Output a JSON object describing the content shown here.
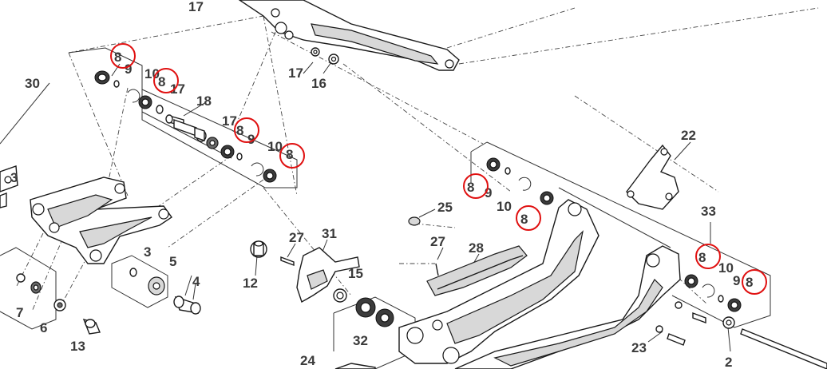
{
  "callouts": [
    {
      "id": "c17a",
      "text": "17"
    },
    {
      "id": "c8a",
      "text": "8"
    },
    {
      "id": "c9a",
      "text": "9"
    },
    {
      "id": "c10a",
      "text": "10"
    },
    {
      "id": "c8b",
      "text": "8"
    },
    {
      "id": "c17b",
      "text": "17"
    },
    {
      "id": "c30",
      "text": "30"
    },
    {
      "id": "c18",
      "text": "18"
    },
    {
      "id": "c17c",
      "text": "17"
    },
    {
      "id": "c8c",
      "text": "8"
    },
    {
      "id": "c9b",
      "text": "9"
    },
    {
      "id": "c10b",
      "text": "10"
    },
    {
      "id": "c8d",
      "text": "8"
    },
    {
      "id": "c17d",
      "text": "17"
    },
    {
      "id": "c16",
      "text": "16"
    },
    {
      "id": "c3a",
      "text": "3"
    },
    {
      "id": "c3b",
      "text": "3"
    },
    {
      "id": "c5",
      "text": "5"
    },
    {
      "id": "c4",
      "text": "4"
    },
    {
      "id": "c7",
      "text": "7"
    },
    {
      "id": "c6",
      "text": "6"
    },
    {
      "id": "c13",
      "text": "13"
    },
    {
      "id": "c12",
      "text": "12"
    },
    {
      "id": "c27a",
      "text": "27"
    },
    {
      "id": "c31",
      "text": "31"
    },
    {
      "id": "c15",
      "text": "15"
    },
    {
      "id": "c25",
      "text": "25"
    },
    {
      "id": "c27b",
      "text": "27"
    },
    {
      "id": "c28",
      "text": "28"
    },
    {
      "id": "c8e",
      "text": "8"
    },
    {
      "id": "c9c",
      "text": "9"
    },
    {
      "id": "c10c",
      "text": "10"
    },
    {
      "id": "c8f",
      "text": "8"
    },
    {
      "id": "c22",
      "text": "22"
    },
    {
      "id": "c33",
      "text": "33"
    },
    {
      "id": "c8g",
      "text": "8"
    },
    {
      "id": "c10d",
      "text": "10"
    },
    {
      "id": "c9d",
      "text": "9"
    },
    {
      "id": "c8h",
      "text": "8"
    },
    {
      "id": "c32",
      "text": "32"
    },
    {
      "id": "c24",
      "text": "24"
    },
    {
      "id": "c23",
      "text": "23"
    },
    {
      "id": "c2",
      "text": "2"
    }
  ],
  "colors": {
    "highlight": "#e01010",
    "line": "#333333",
    "label": "#3a3a3a",
    "background": "#ffffff"
  }
}
